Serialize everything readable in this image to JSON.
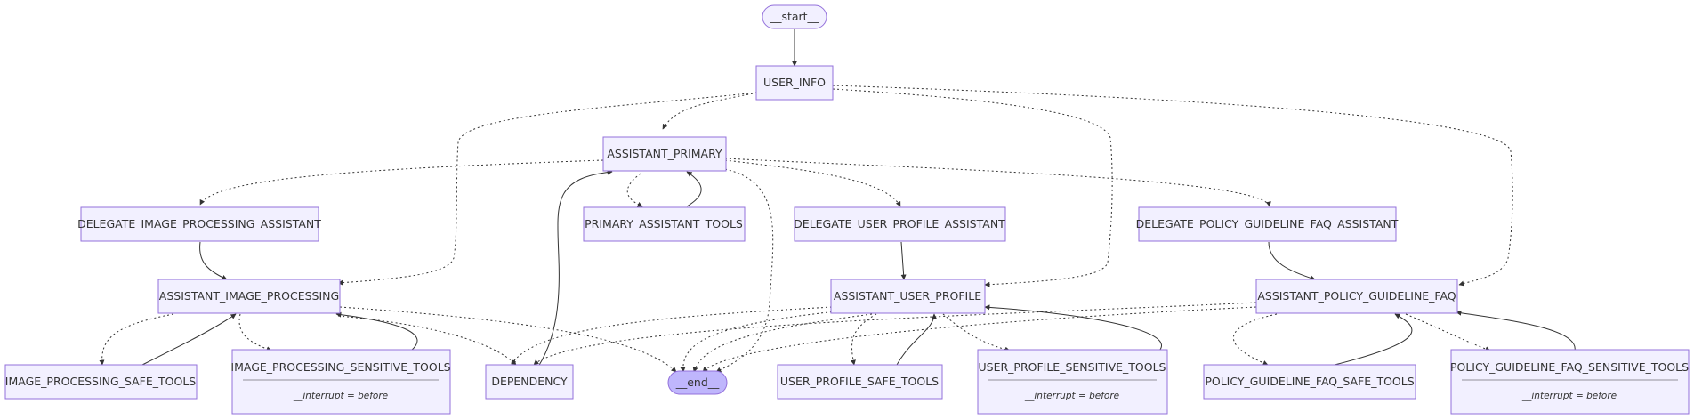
{
  "nodes": {
    "start": "__start__",
    "end": "__end__",
    "user_info": "USER_INFO",
    "assistant_primary": "ASSISTANT_PRIMARY",
    "delegate_image": "DELEGATE_IMAGE_PROCESSING_ASSISTANT",
    "primary_tools": "PRIMARY_ASSISTANT_TOOLS",
    "delegate_user_profile": "DELEGATE_USER_PROFILE_ASSISTANT",
    "delegate_policy": "DELEGATE_POLICY_GUIDELINE_FAQ_ASSISTANT",
    "assistant_image": "ASSISTANT_IMAGE_PROCESSING",
    "assistant_user_profile": "ASSISTANT_USER_PROFILE",
    "assistant_policy": "ASSISTANT_POLICY_GUIDELINE_FAQ",
    "image_safe": "IMAGE_PROCESSING_SAFE_TOOLS",
    "image_sensitive": "IMAGE_PROCESSING_SENSITIVE_TOOLS",
    "dependency": "DEPENDENCY",
    "user_profile_safe": "USER_PROFILE_SAFE_TOOLS",
    "user_profile_sensitive": "USER_PROFILE_SENSITIVE_TOOLS",
    "policy_safe": "POLICY_GUIDELINE_FAQ_SAFE_TOOLS",
    "policy_sensitive": "POLICY_GUIDELINE_FAQ_SENSITIVE_TOOLS"
  },
  "interrupt_note": "__interrupt = before",
  "colors": {
    "node_fill": "#f2f0ff",
    "node_stroke": "#9370db",
    "end_fill": "#bfb6fc",
    "edge": "#333333"
  }
}
